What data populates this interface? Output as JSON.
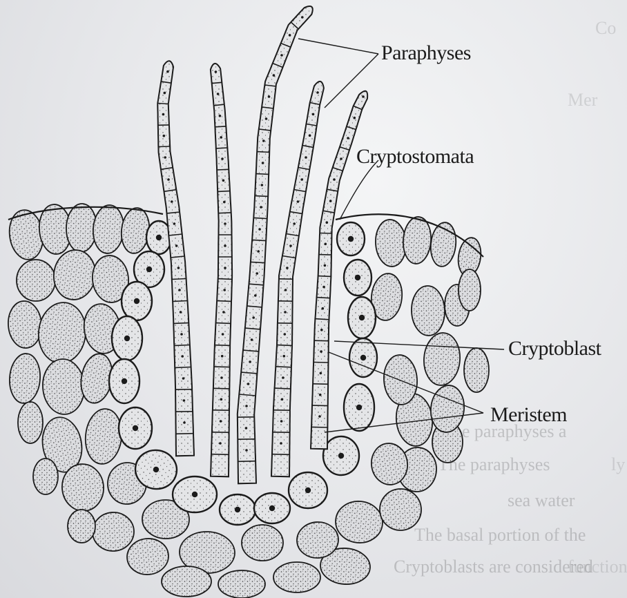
{
  "labels": {
    "paraphyses": "Paraphyses",
    "cryptostomata": "Cryptostomata",
    "cryptoblast": "Cryptoblast",
    "meristem": "Meristem"
  },
  "background_text": {
    "line1": "The paraphyses a",
    "line2": "The paraphyses",
    "line3": "sea water",
    "line4": "The basal portion of the",
    "line5": "Cryptoblasts are considered",
    "line6": "function",
    "side_word": "Mer",
    "side_word2": "Co",
    "side_word3": "ly"
  },
  "colors": {
    "ink": "#1b1b1b",
    "cell_fill": "#d4d5d8",
    "background": "#e9eaec"
  }
}
